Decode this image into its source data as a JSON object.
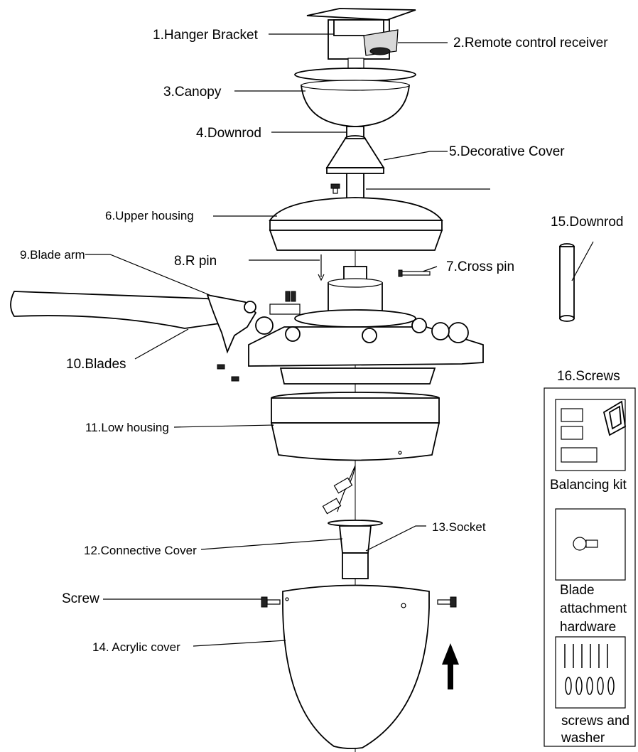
{
  "labels": {
    "hanger_bracket": "1.Hanger Bracket",
    "remote_receiver": "2.Remote control receiver",
    "canopy": "3.Canopy",
    "downrod": "4.Downrod",
    "decorative_cover": "5.Decorative Cover",
    "upper_housing": "6.Upper housing",
    "cross_pin": "7.Cross pin",
    "r_pin": "8.R pin",
    "blade_arm": "9.Blade arm",
    "blades": "10.Blades",
    "low_housing": "11.Low housing",
    "connective_cover": "12.Connective Cover",
    "socket": "13.Socket",
    "acrylic_cover": "14. Acrylic cover",
    "downrod_spare": "15.Downrod",
    "screws": "16.Screws",
    "screw": "Screw"
  },
  "screws_panel": {
    "balancing_kit": "Balancing kit",
    "blade_hardware": [
      "Blade",
      "attachment",
      "hardware"
    ],
    "screws_washer": [
      "screws and",
      "washer"
    ]
  }
}
